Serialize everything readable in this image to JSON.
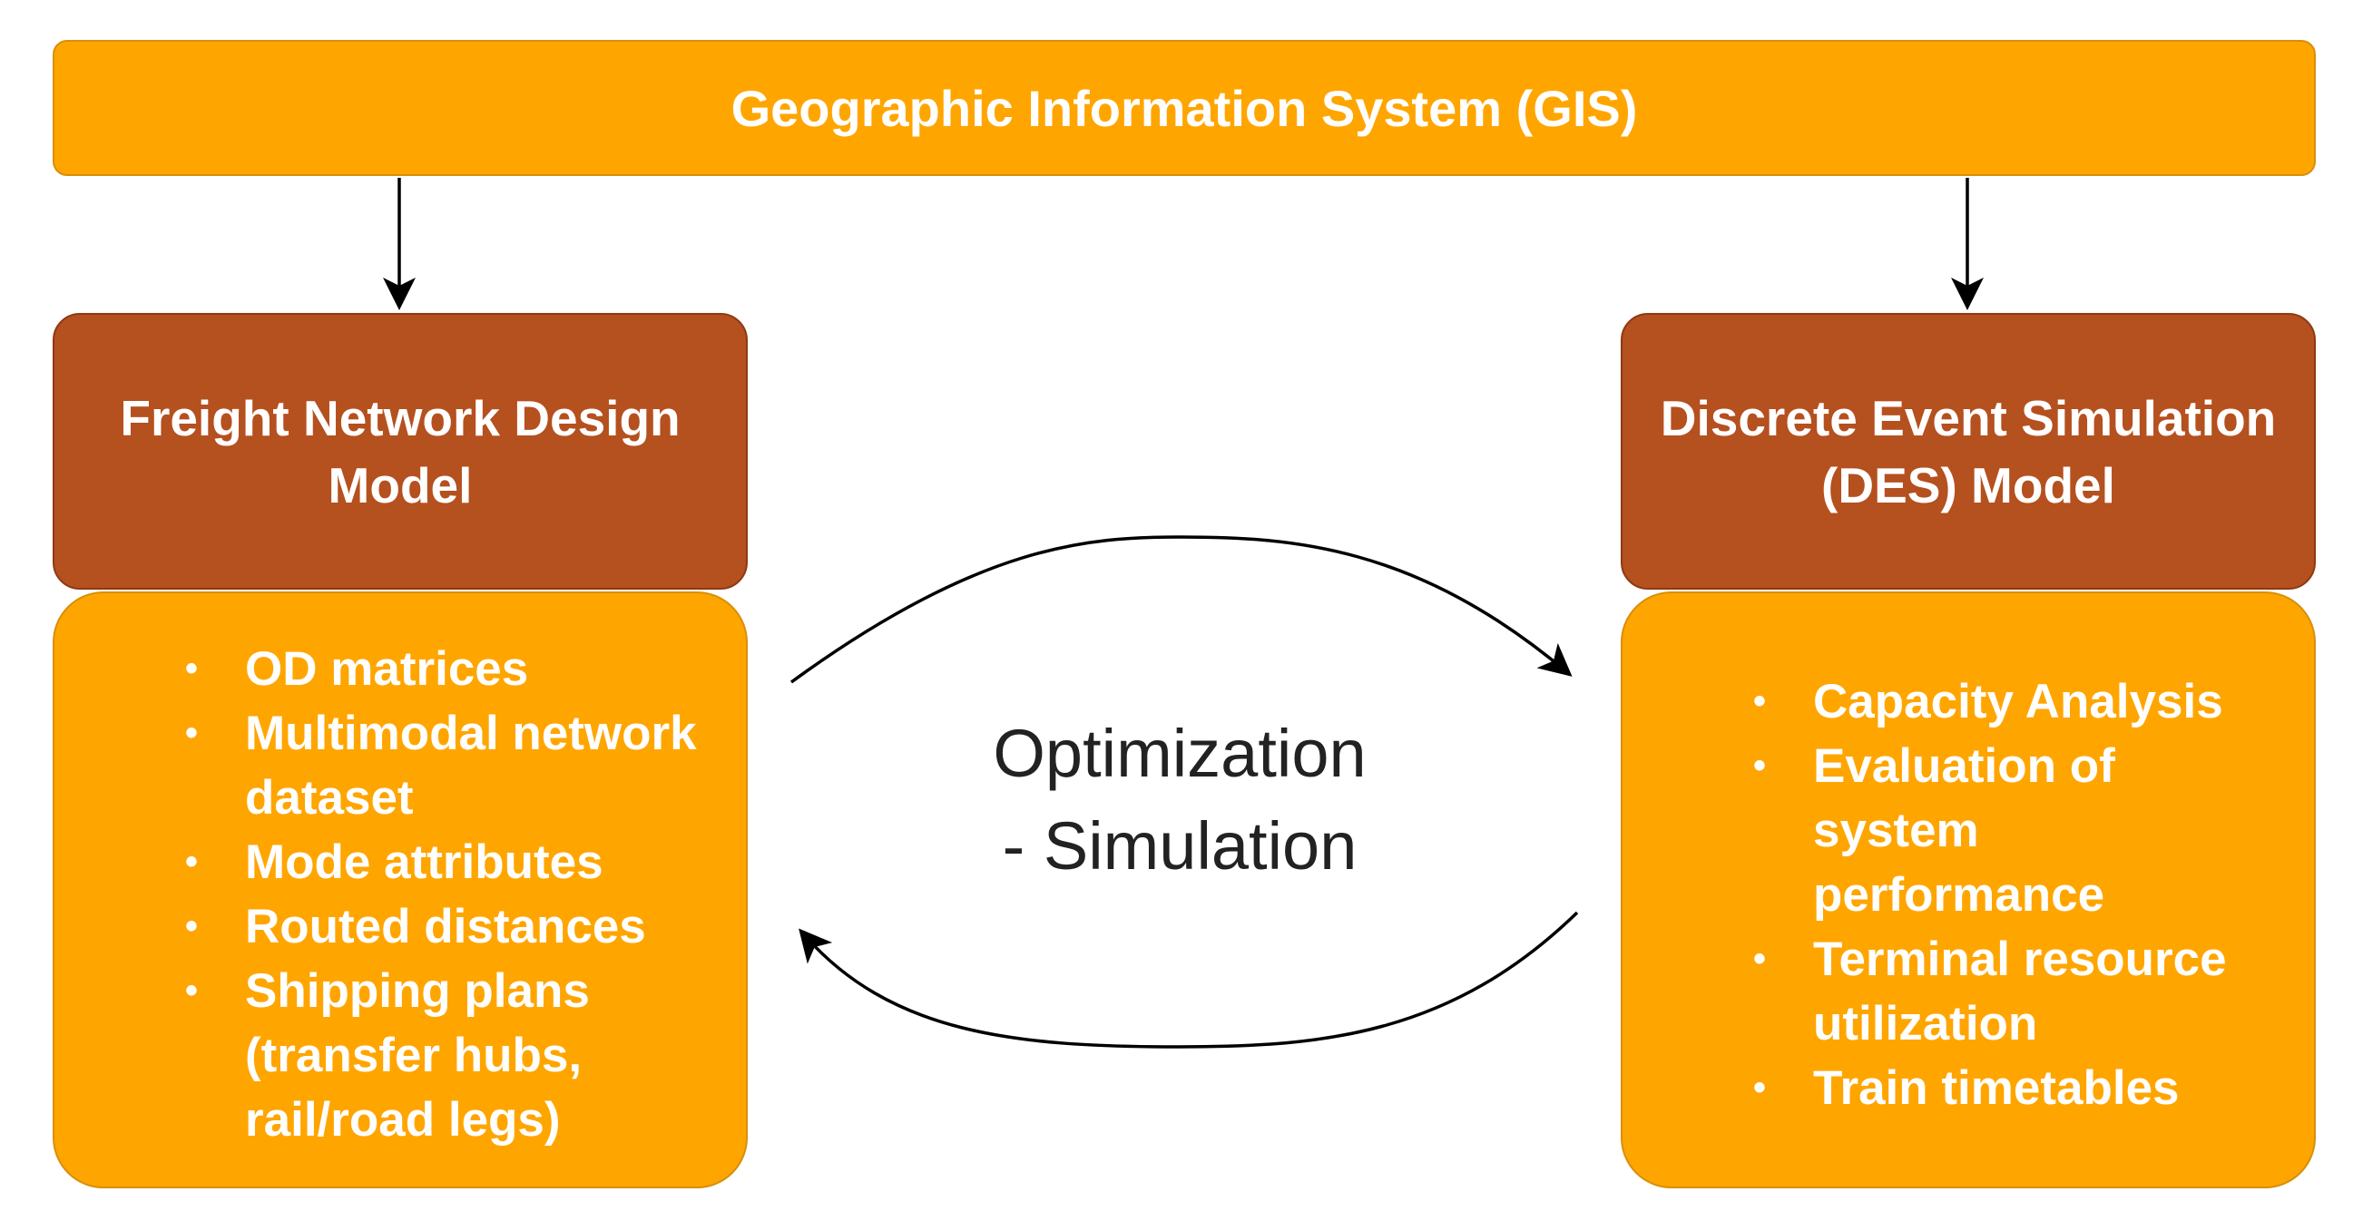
{
  "gis": {
    "label": "Geographic Information System (GIS)"
  },
  "freight_model": {
    "title_line1": "Freight Network Design",
    "title_line2": "Model",
    "items": [
      "OD matrices",
      "Multimodal network",
      "dataset",
      "Mode attributes",
      "Routed distances",
      "Shipping plans",
      "(transfer hubs,",
      "rail/road legs)"
    ]
  },
  "des_model": {
    "title_line1": "Discrete Event Simulation",
    "title_line2": "(DES) Model",
    "items": [
      "Capacity Analysis",
      "Evaluation of",
      "system",
      "performance",
      "Terminal resource",
      "utilization",
      "Train timetables"
    ]
  },
  "loop": {
    "line1": "Optimization",
    "line2": "- Simulation"
  },
  "colors": {
    "orange": "#ffa500",
    "rust": "#b5501f",
    "text_light": "#ffffff",
    "text_dark": "#222222"
  },
  "icons": {
    "bullet": "•"
  }
}
